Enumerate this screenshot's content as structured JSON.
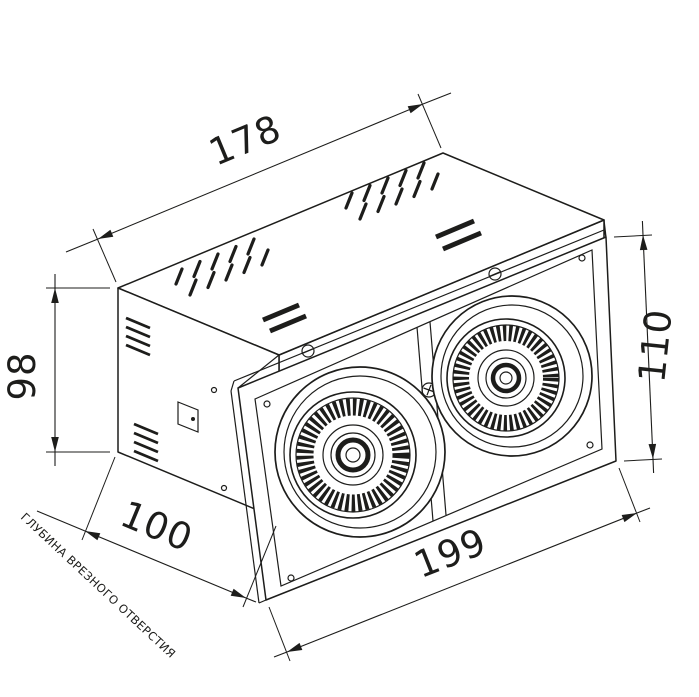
{
  "colors": {
    "background": "#ffffff",
    "line": "#1d1d1b"
  },
  "dimensions": {
    "top_width": "178",
    "left_height": "98",
    "right_height": "110",
    "bottom_depth": "100",
    "bottom_width": "199"
  },
  "labels": {
    "cutout_depth_note": "ГЛУБИНА ВРЕЗНОГО ОТВЕРСТИЯ"
  }
}
